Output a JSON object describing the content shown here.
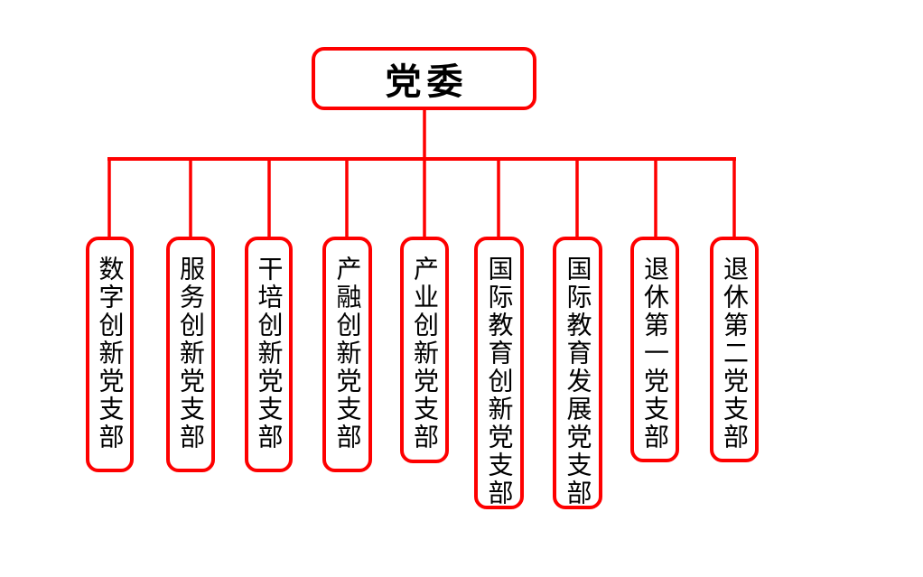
{
  "chart": {
    "type": "org-chart",
    "root": {
      "label": "党委"
    },
    "branches": [
      {
        "label": "数字创新党支部"
      },
      {
        "label": "服务创新党支部"
      },
      {
        "label": "干培创新党支部"
      },
      {
        "label": "产融创新党支部"
      },
      {
        "label": "产业创新党支部"
      },
      {
        "label": "国际教育创新党支部"
      },
      {
        "label": "国际教育发展党支部"
      },
      {
        "label": "退休第一党支部"
      },
      {
        "label": "退休第二党支部"
      }
    ]
  },
  "colors": {
    "line_and_border": "#fe0000",
    "text": "#000000",
    "background": "#ffffff"
  }
}
